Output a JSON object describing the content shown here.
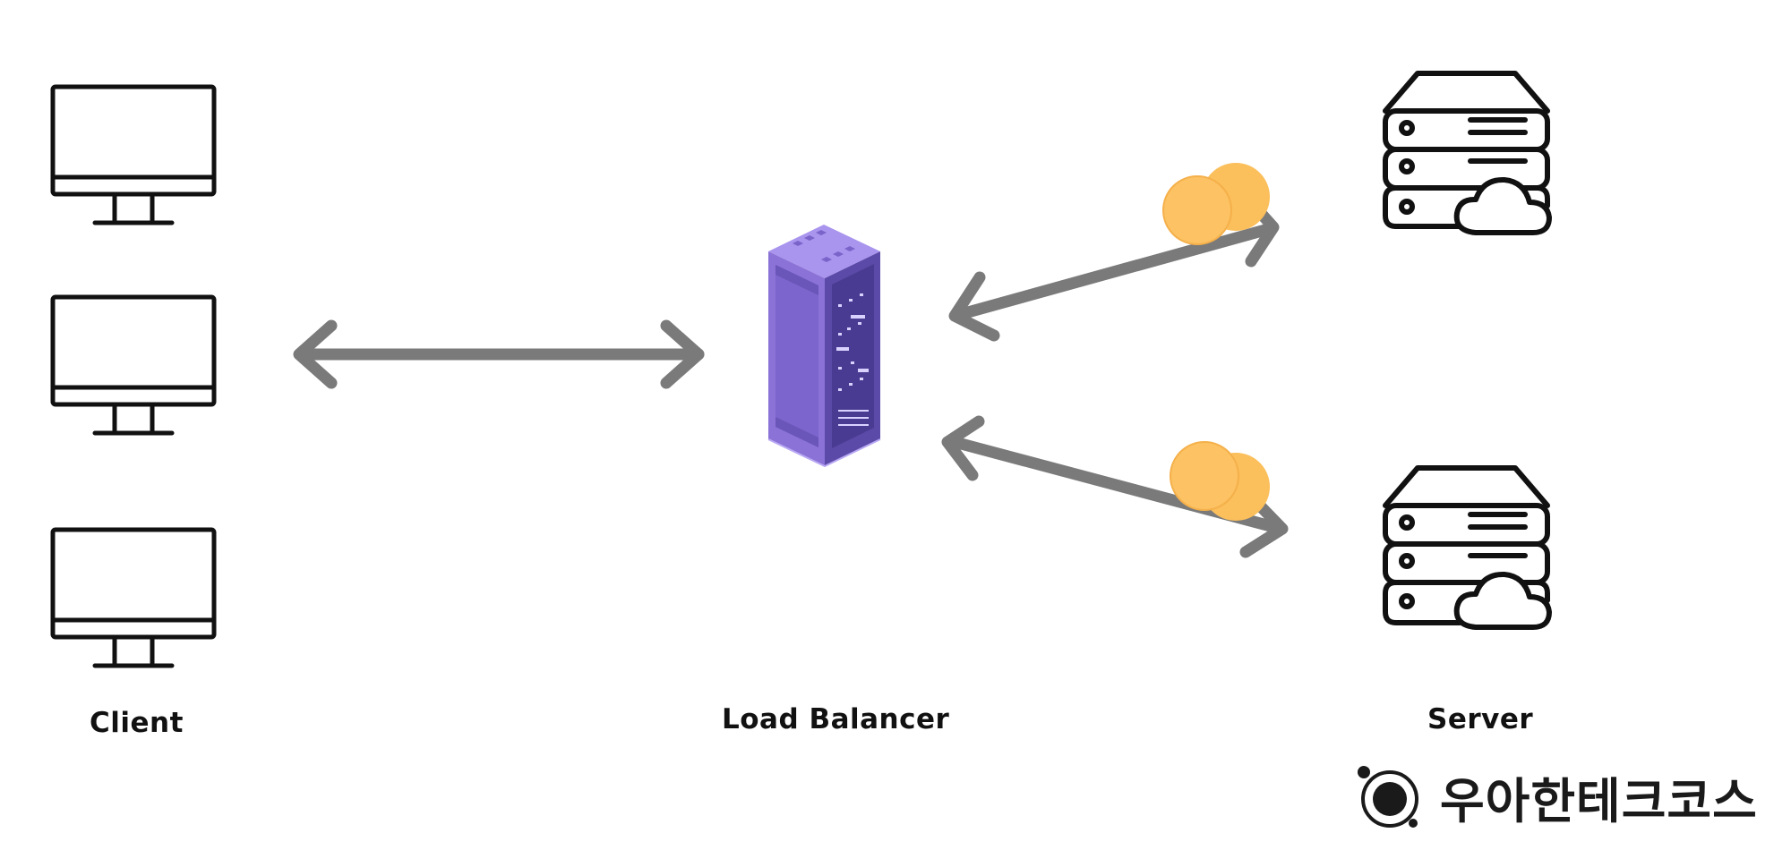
{
  "labels": {
    "client": "Client",
    "load_balancer": "Load Balancer",
    "server": "Server"
  },
  "brand": {
    "name": "우아한테크코스"
  },
  "colors": {
    "arrow": "#7a7a7a",
    "outline": "#111111",
    "rack_primary": "#8a72d6",
    "rack_dark": "#5b4aa8",
    "rack_light": "#a994ee",
    "token": "#fbbf5c",
    "token_edge": "#f0a93e"
  },
  "icons": {
    "client": "monitor-icon",
    "load_balancer": "server-rack-icon",
    "server": "cloud-server-icon",
    "token": "coin-icon",
    "brand": "logo-icon"
  }
}
